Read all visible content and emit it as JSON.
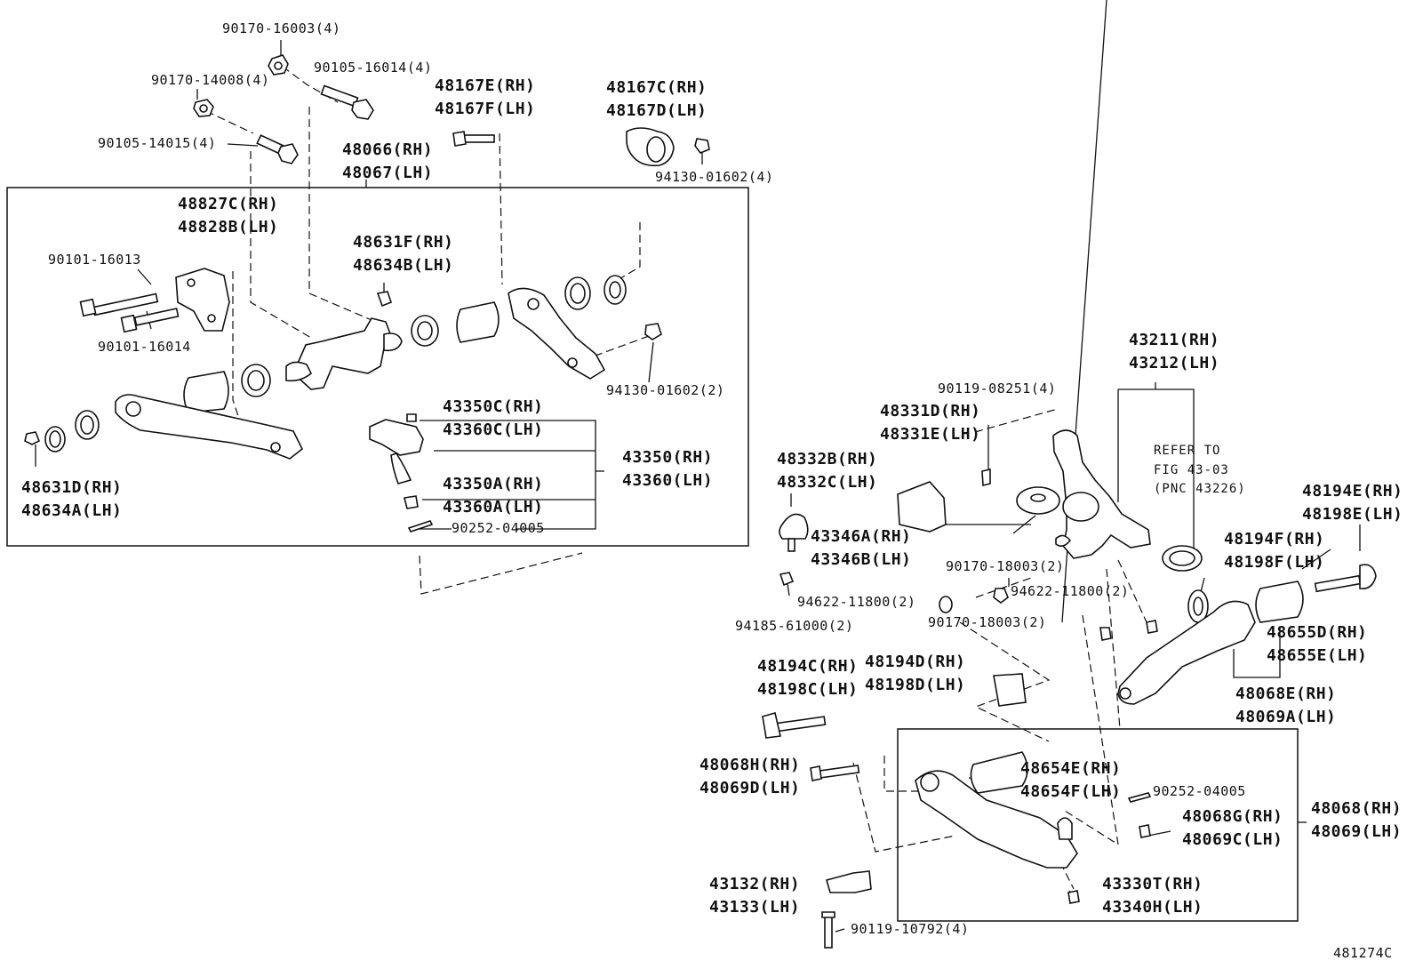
{
  "diagram_id": "481274C",
  "labels": {
    "p90170_16003": "90170-16003(4)",
    "p90105_16014": "90105-16014(4)",
    "p90170_14008": "90170-14008(4)",
    "p90105_14015": "90105-14015(4)",
    "p48167E": "48167E(RH)",
    "p48167F": "48167F(LH)",
    "p48167C": "48167C(RH)",
    "p48167D": "48167D(LH)",
    "p94130_01602_4": "94130-01602(4)",
    "p48066": "48066(RH)",
    "p48067": "48067(LH)",
    "p48827C": "48827C(RH)",
    "p48828B": "48828B(LH)",
    "p90101_16013": "90101-16013",
    "p90101_16014": "90101-16014",
    "p48631F": "48631F(RH)",
    "p48634B": "48634B(LH)",
    "p94130_01602_2": "94130-01602(2)",
    "p43350C": "43350C(RH)",
    "p43360C": "43360C(LH)",
    "p43350": "43350(RH)",
    "p43360": "43360(LH)",
    "p43350A": "43350A(RH)",
    "p43360A": "43360A(LH)",
    "p90252_04005_a": "90252-04005",
    "p48631D": "48631D(RH)",
    "p48634A": "48634A(LH)",
    "p43211": "43211(RH)",
    "p43212": "43212(LH)",
    "p90119_08251": "90119-08251(4)",
    "p48331D": "48331D(RH)",
    "p48331E": "48331E(LH)",
    "refer1": "REFER TO",
    "refer2": "FIG 43-03",
    "refer3": "(PNC 43226)",
    "p48332B": "48332B(RH)",
    "p48332C": "48332C(LH)",
    "p43346A": "43346A(RH)",
    "p43346B": "43346B(LH)",
    "p48194E": "48194E(RH)",
    "p48198E": "48198E(LH)",
    "p48194F": "48194F(RH)",
    "p48198F": "48198F(LH)",
    "p90170_18003_a": "90170-18003(2)",
    "p94622_11800_a": "94622-11800(2)",
    "p94622_11800_b": "94622-11800(2)",
    "p90170_18003_b": "90170-18003(2)",
    "p94185_61000": "94185-61000(2)",
    "p48655D": "48655D(RH)",
    "p48655E": "48655E(LH)",
    "p48194C": "48194C(RH)",
    "p48198C": "48198C(LH)",
    "p48194D": "48194D(RH)",
    "p48198D": "48198D(LH)",
    "p48068E": "48068E(RH)",
    "p48069A": "48069A(LH)",
    "p48068H": "48068H(RH)",
    "p48069D": "48069D(LH)",
    "p48654E": "48654E(RH)",
    "p48654F": "48654F(LH)",
    "p90252_04005_b": "90252-04005",
    "p48068G": "48068G(RH)",
    "p48069C": "48069C(LH)",
    "p48068": "48068(RH)",
    "p48069": "48069(LH)",
    "p43132": "43132(RH)",
    "p43133": "43133(LH)",
    "p43330T": "43330T(RH)",
    "p43340H": "43340H(LH)",
    "p90119_10792": "90119-10792(4)"
  }
}
